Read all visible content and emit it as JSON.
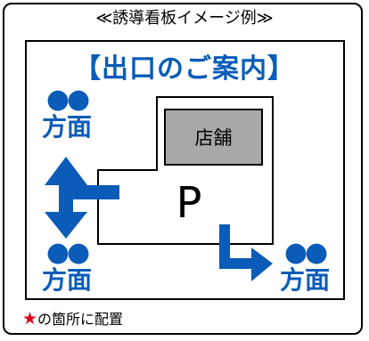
{
  "caption": "≪誘導看板イメージ例≫",
  "title": "【出口のご案内】",
  "directions": [
    {
      "dots": "●●",
      "label": "方面"
    },
    {
      "dots": "●●",
      "label": "方面"
    },
    {
      "dots": "●●",
      "label": "方面"
    }
  ],
  "store_label": "店舗",
  "parking_label": "P",
  "footer": {
    "star": "★",
    "text": "の箇所に配置"
  },
  "colors": {
    "accent": "#0a5cb8",
    "store_fill": "#a8a8a8",
    "star": "#e0001b"
  }
}
